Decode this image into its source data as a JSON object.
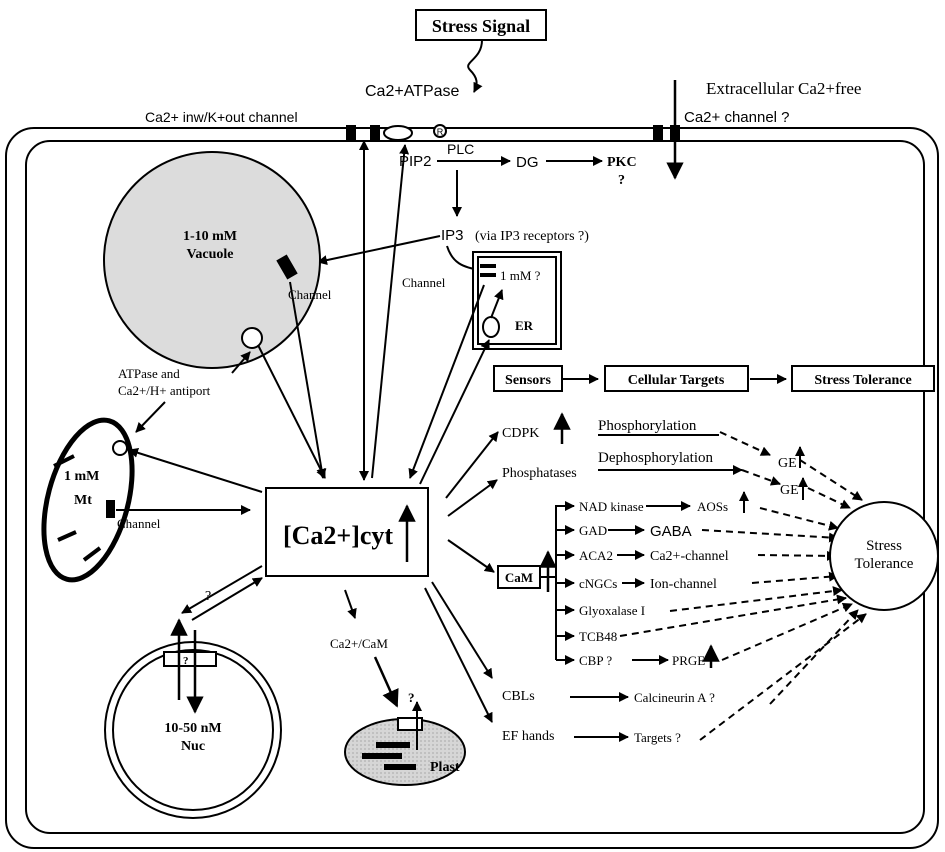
{
  "stress_signal": "Stress Signal",
  "ca_atpase": "Ca2+ATPase",
  "extracellular": "Extracellular Ca2+free",
  "inw_channel": "Ca2+ inw/K+out channel",
  "ca_channel_q": "Ca2+ channel ?",
  "pip2": "PIP2",
  "plc": "PLC",
  "dg": "DG",
  "pkc": "PKC",
  "q": "?",
  "ip3": "IP3",
  "via_ip3": "(via IP3 receptors ?)",
  "vacuole_conc": "1-10 mM",
  "vacuole": "Vacuole",
  "channel": "Channel",
  "er_conc": "1 mM ?",
  "er": "ER",
  "atpase_antiport_1": "ATPase and",
  "atpase_antiport_2": "Ca2+/H+ antiport",
  "mt_conc": "1 mM",
  "mt": "Mt",
  "cacyt": "[Ca2+]cyt",
  "nuc_conc": "10-50 nM",
  "nuc": "Nuc",
  "ca_cam": "Ca2+/CaM",
  "plast": "Plast",
  "sensors": "Sensors",
  "cellular_targets": "Cellular Targets",
  "stress_tolerance_box": "Stress Tolerance",
  "cdpk": "CDPK",
  "phosphorylation": "Phosphorylation",
  "phosphatases": "Phosphatases",
  "dephosphorylation": "Dephosphorylation",
  "ge": "GE",
  "cam": "CaM",
  "nad_kinase": "NAD kinase",
  "aoss": "AOSs",
  "gad": "GAD",
  "gaba": "GABA",
  "aca2": "ACA2",
  "ca_channel2": "Ca2+-channel",
  "cngcs": "cNGCs",
  "ion_channel": "Ion-channel",
  "glyoxalase": "Glyoxalase I",
  "tcb48": "TCB48",
  "cbp": "CBP ?",
  "prge": "PRGE",
  "stress_tol_1": "Stress",
  "stress_tol_2": "Tolerance",
  "cbls": "CBLs",
  "calcineurin": "Calcineurin A ?",
  "ef_hands": "EF hands",
  "targets": "Targets ?"
}
